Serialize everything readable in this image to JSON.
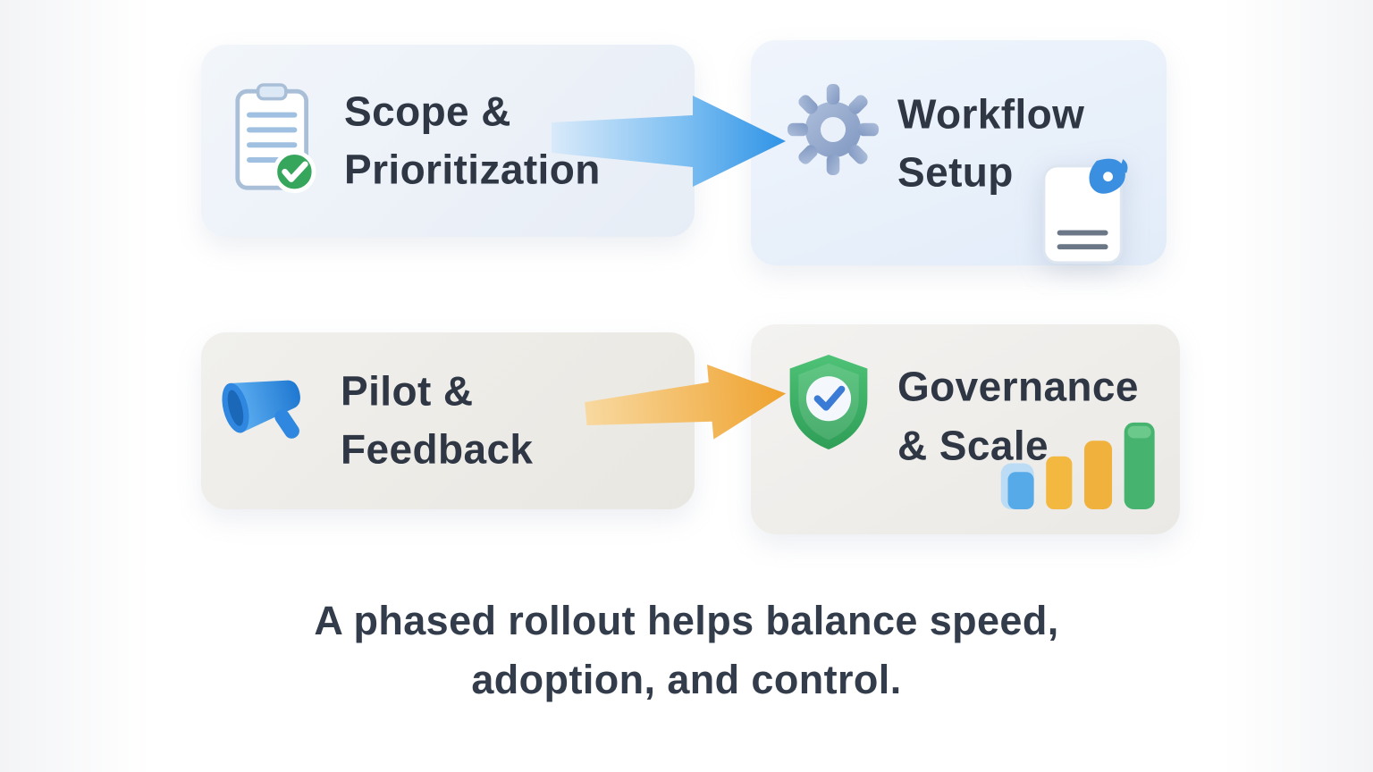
{
  "diagram": {
    "cards": [
      {
        "name": "scope-prioritization",
        "line1": "Scope &",
        "line2": "Prioritization",
        "icon": "clipboard-check-icon"
      },
      {
        "name": "workflow-setup",
        "line1": "Workflow",
        "line2": "Setup",
        "icon": "gear-icon",
        "extra_icon": "document-pen-icon"
      },
      {
        "name": "pilot-feedback",
        "line1": "Pilot &",
        "line2": "Feedback",
        "icon": "megaphone-icon"
      },
      {
        "name": "governance-scale",
        "line1": "Governance",
        "line2": "& Scale",
        "icon": "shield-check-icon",
        "extra_icon": "bar-chart-icon"
      }
    ],
    "arrows": [
      {
        "from": "Scope & Prioritization",
        "to": "Workflow Setup",
        "color": "#3f9ce8"
      },
      {
        "from": "Pilot & Feedback",
        "to": "Governance & Scale",
        "color": "#f0a42f"
      }
    ],
    "caption": {
      "line1": "A phased rollout helps balance speed,",
      "line2": "adoption, and control."
    },
    "colors": {
      "text_dark": "#2f3745",
      "check_green": "#35a65b",
      "megaphone_blue": "#2f87e0",
      "gear_blue_gray": "#93a8ca",
      "shield_green": "#3aa863",
      "bar_blue": "#57aae8",
      "bar_yellow": "#f0b23c",
      "bar_green": "#46b36e",
      "arrow_blue": "#3f9ce8",
      "arrow_orange": "#f0a42f"
    }
  }
}
